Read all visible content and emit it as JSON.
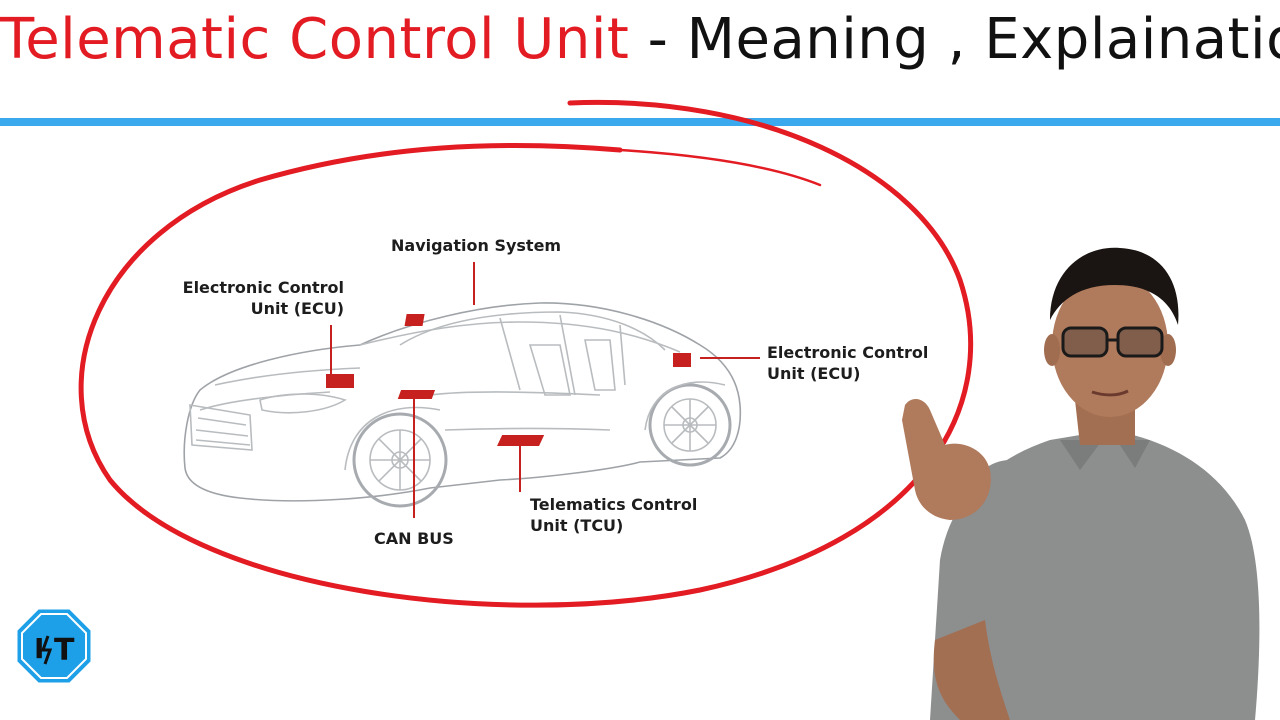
{
  "header": {
    "title_red": "Telematic Control Unit",
    "title_black": " - Meaning , Explaination"
  },
  "diagram": {
    "labels": {
      "navigation": "Navigation System",
      "ecu_left_line1": "Electronic Control",
      "ecu_left_line2": "Unit (ECU)",
      "ecu_right_line1": "Electronic Control",
      "ecu_right_line2": "Unit (ECU)",
      "can_bus": "CAN BUS",
      "tcu_line1": "Telematics Control",
      "tcu_line2": "Unit (TCU)"
    }
  },
  "logo": {
    "text": "I",
    "text2": "T"
  },
  "colors": {
    "accent_red": "#e31b23",
    "rule_blue": "#3aa9ee",
    "logo_blue": "#1ea0e8",
    "component_red": "#c7211f",
    "shirt_gray": "#8d8e8e"
  },
  "icons": {
    "logo": "stop-sign-logo-icon",
    "presenter": "presenter-photo"
  }
}
